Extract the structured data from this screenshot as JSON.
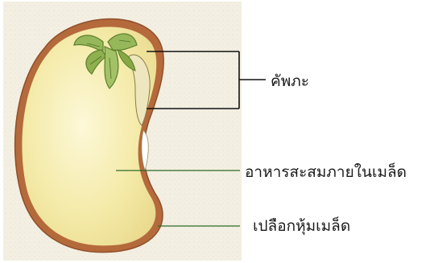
{
  "labels": {
    "embryo": "คัพภะ",
    "food_storage": "อาหารสะสมภายในเมล็ด",
    "seed_coat": "เปลือกหุ้มเมล็ด"
  },
  "colors": {
    "paper": "#f3efe2",
    "seed_coat": "#b56a3c",
    "seed_fill": "#f3e9a6",
    "seed_fill_light": "#fbf5cf",
    "leaf": "#97b85a",
    "leaf_dark": "#5b7f2b",
    "leader_line": "#2d6b2a",
    "bracket": "#111111"
  }
}
